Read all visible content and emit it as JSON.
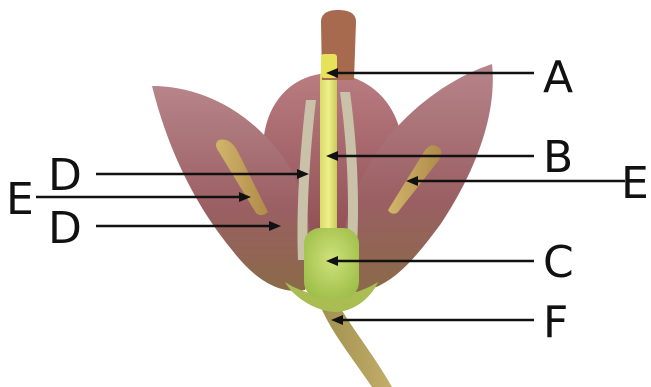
{
  "labels": {
    "A": "A",
    "B": "B",
    "C": "C",
    "D_upper": "D",
    "D_lower": "D",
    "E_left": "E",
    "E_right": "E",
    "F": "F"
  }
}
